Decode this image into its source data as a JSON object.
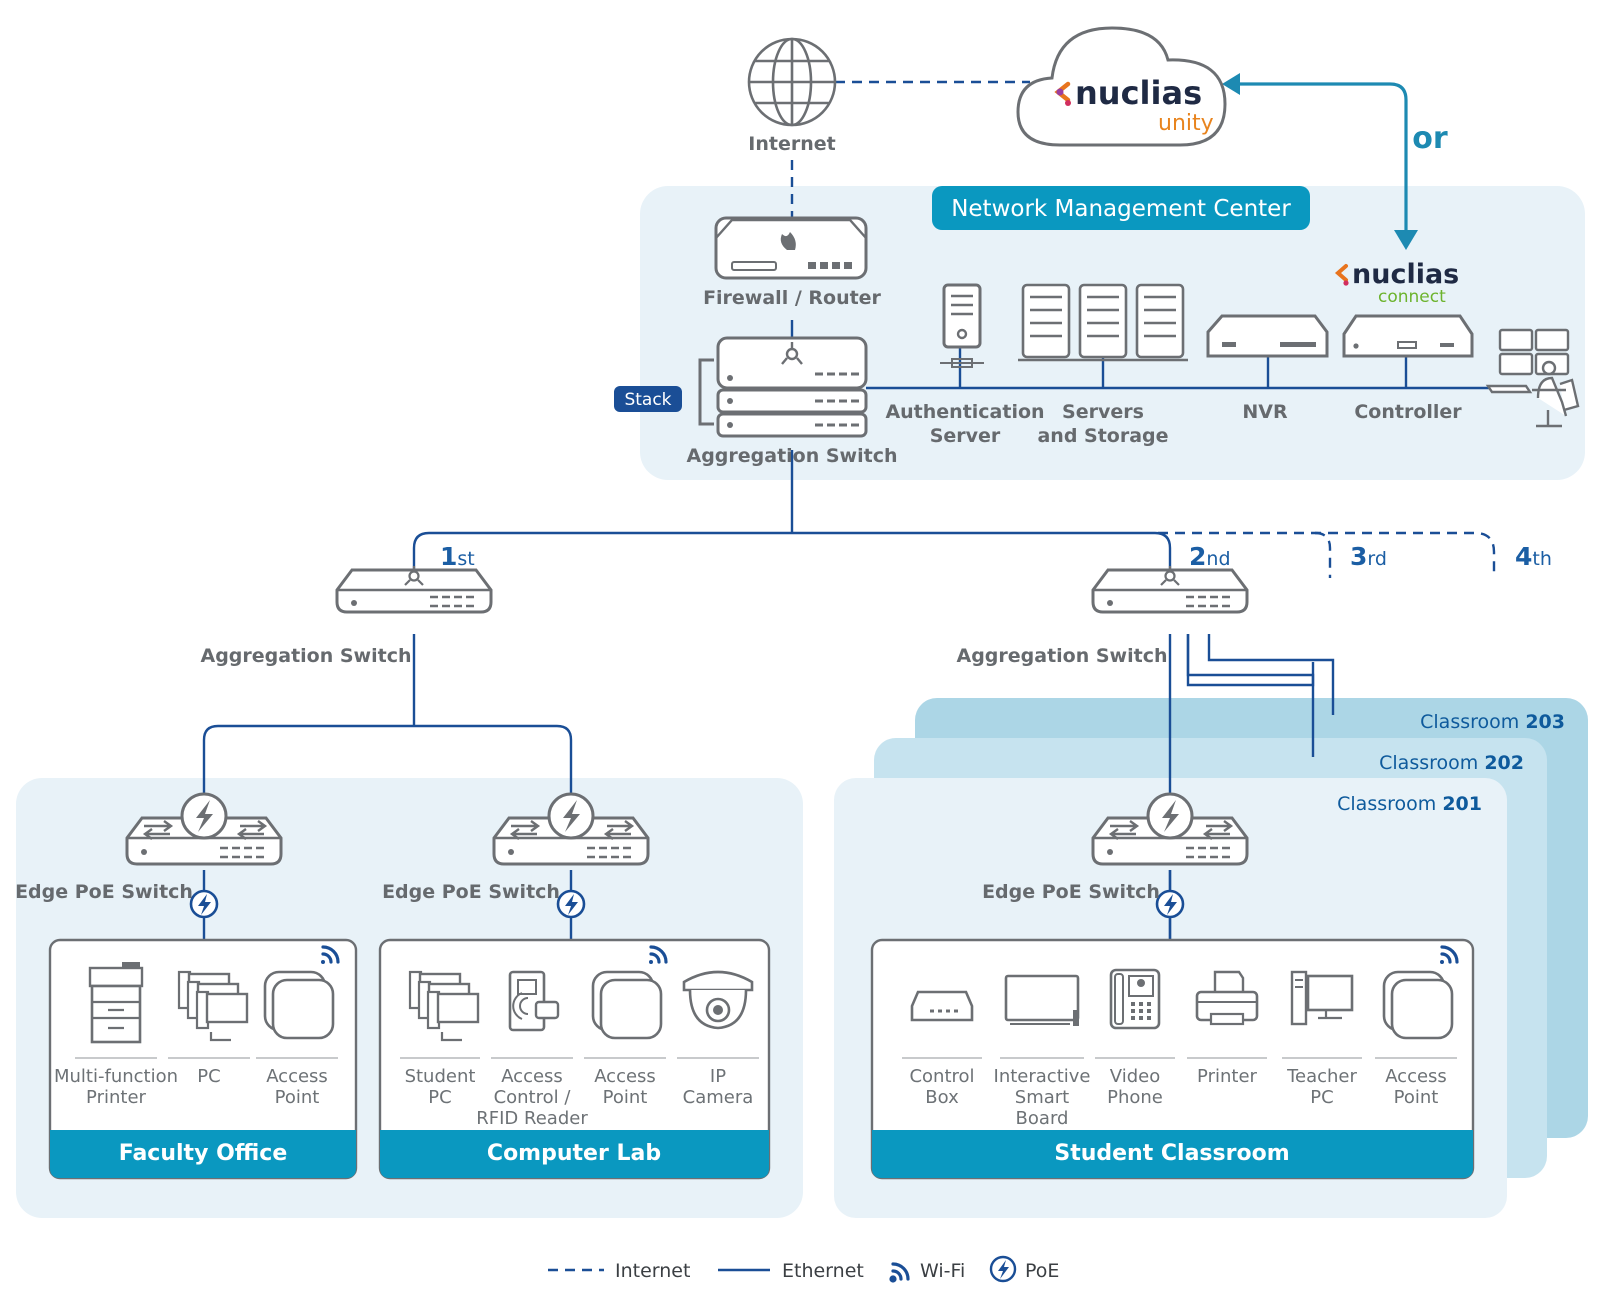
{
  "cloud": {
    "brand": "nuclias",
    "product": "unity"
  },
  "internet_label": "Internet",
  "or_label": "or",
  "nmc": {
    "title": "Network Management Center",
    "firewall": "Firewall / Router",
    "stack": "Stack",
    "aggregation": "Aggregation Switch",
    "auth_server": [
      "Authentication",
      "Server"
    ],
    "servers": [
      "Servers",
      "and Storage"
    ],
    "nvr": "NVR",
    "controller": "Controller",
    "connect_brand": "nuclias",
    "connect_product": "connect"
  },
  "ordinals": [
    {
      "num": "1",
      "suffix": "st"
    },
    {
      "num": "2",
      "suffix": "nd"
    },
    {
      "num": "3",
      "suffix": "rd"
    },
    {
      "num": "4",
      "suffix": "th"
    }
  ],
  "aggregation_label": "Aggregation Switch",
  "edge_label": "Edge PoE Switch",
  "classrooms": [
    {
      "prefix": "Classroom ",
      "num": "203"
    },
    {
      "prefix": "Classroom ",
      "num": "202"
    },
    {
      "prefix": "Classroom ",
      "num": "201"
    }
  ],
  "zones": {
    "faculty": {
      "title": "Faculty Office",
      "devices": [
        [
          "Multi-function",
          "Printer"
        ],
        [
          "PC"
        ],
        [
          "Access",
          "Point"
        ]
      ]
    },
    "lab": {
      "title": "Computer Lab",
      "devices": [
        [
          "Student",
          "PC"
        ],
        [
          "Access",
          "Control /",
          "RFID Reader"
        ],
        [
          "Access",
          "Point"
        ],
        [
          "IP",
          "Camera"
        ]
      ]
    },
    "classroom": {
      "title": "Student Classroom",
      "devices": [
        [
          "Control",
          "Box"
        ],
        [
          "Interactive",
          "Smart",
          "Board"
        ],
        [
          "Video",
          "Phone"
        ],
        [
          "Printer"
        ],
        [
          "Teacher",
          "PC"
        ],
        [
          "Access",
          "Point"
        ]
      ]
    }
  },
  "legend": {
    "internet": "Internet",
    "ethernet": "Ethernet",
    "wifi": "Wi-Fi",
    "poe": "PoE"
  },
  "colors": {
    "line": "#1a4e96",
    "arrow": "#1d8ab2",
    "band": "#0a98c0",
    "panel": "#e8f2f8",
    "stack_badge": "#1a4e96"
  }
}
